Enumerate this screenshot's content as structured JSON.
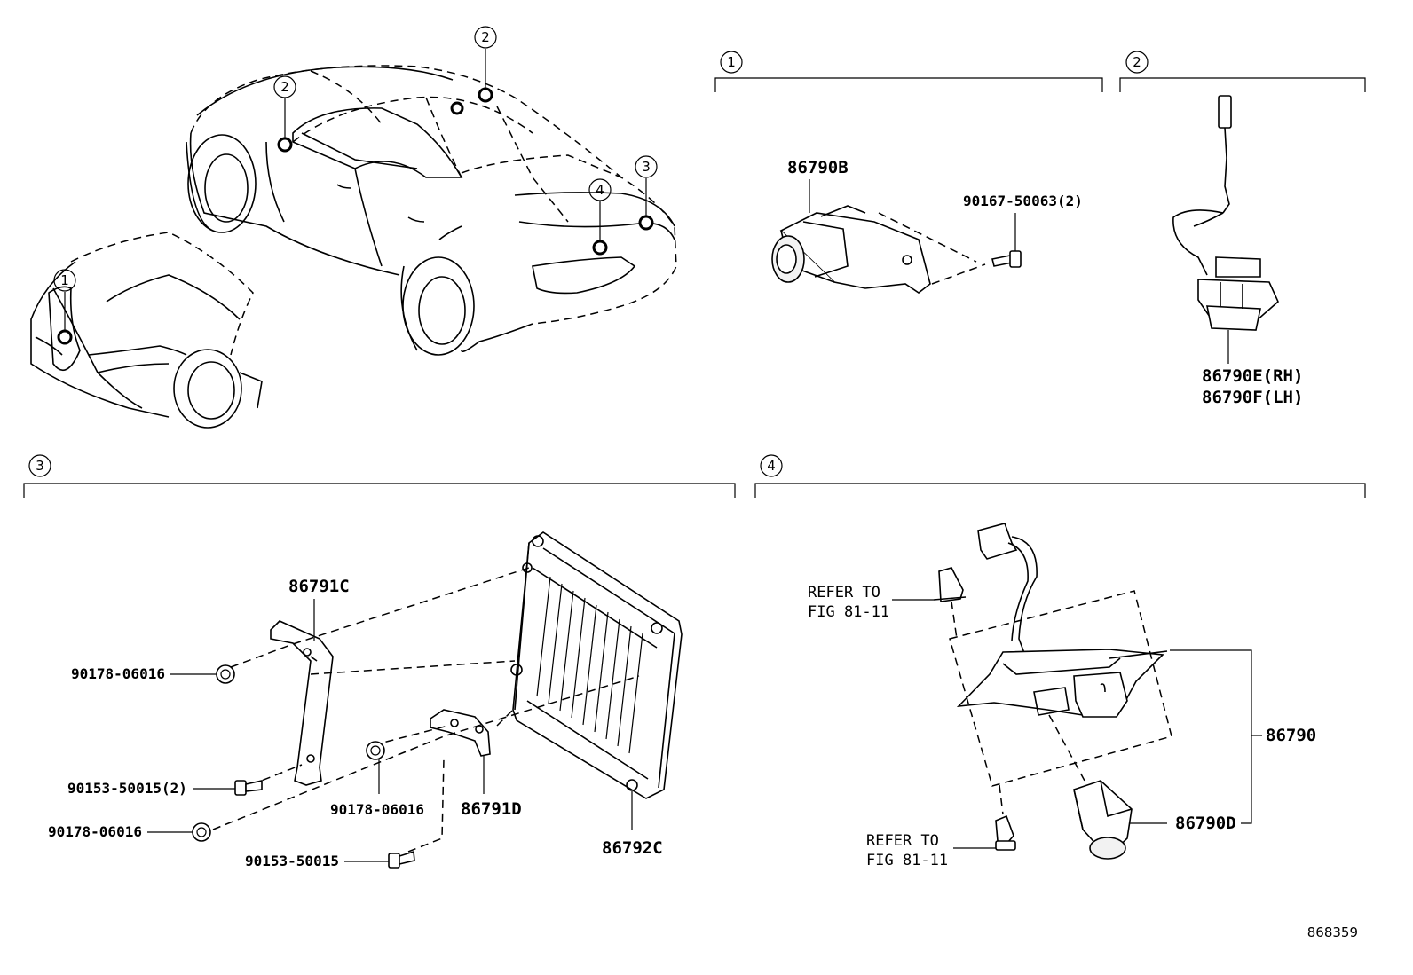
{
  "callouts": {
    "c1": "1",
    "c2": "2",
    "c3": "3",
    "c4": "4"
  },
  "section1": {
    "number": "1",
    "camera_label": "86790B",
    "screw_label": "90167-50063(2)"
  },
  "section2": {
    "number": "2",
    "camera_rh": "86790E(RH)",
    "camera_lh": "86790F(LH)"
  },
  "section3": {
    "number": "3",
    "bracket_c": "86791C",
    "bracket_d": "86791D",
    "ecu": "86792C",
    "nut_a": "90178-06016",
    "bolt_a": "90153-50015(2)",
    "nut_b": "90178-06016",
    "nut_c": "90178-06016",
    "bolt_b": "90153-50015"
  },
  "section4": {
    "number": "4",
    "refer_top_1": "REFER TO",
    "refer_top_2": "FIG 81-11",
    "refer_bottom_1": "REFER TO",
    "refer_bottom_2": "FIG 81-11",
    "assembly": "86790",
    "camera": "86790D"
  },
  "figure_id": "868359"
}
